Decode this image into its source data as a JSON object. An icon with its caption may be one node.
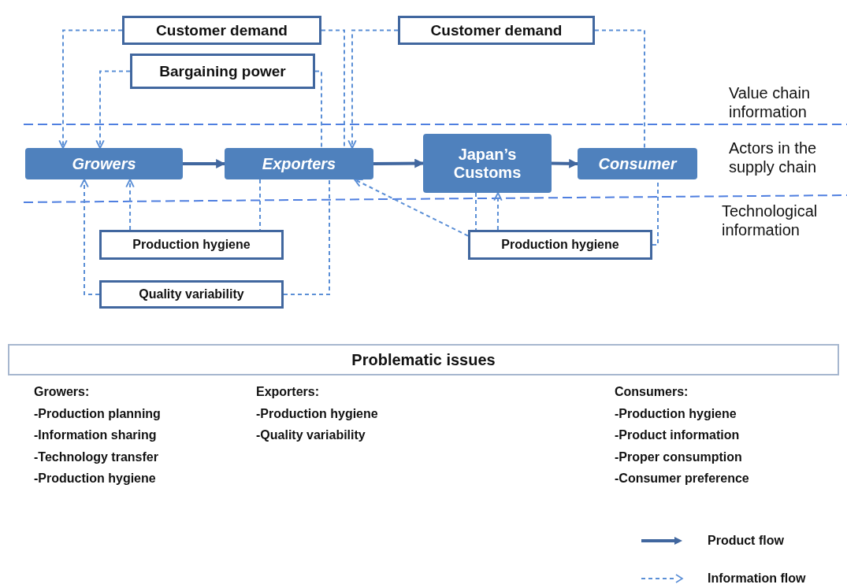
{
  "diagram": {
    "nodes": [
      {
        "text": [
          "Customer demand"
        ]
      },
      {
        "text": [
          "Customer demand"
        ]
      },
      {
        "text": [
          "Bargaining power"
        ]
      },
      {
        "text": [
          "Growers"
        ]
      },
      {
        "text": [
          "Exporters"
        ]
      },
      {
        "text": [
          "Japan’s Customs"
        ]
      },
      {
        "text": [
          "Consumer"
        ]
      },
      {
        "text": [
          "Production hygiene"
        ]
      },
      {
        "text": [
          "Quality variability"
        ]
      },
      {
        "text": [
          "Production hygiene"
        ]
      },
      {
        "text": [
          "Problematic issues"
        ]
      }
    ],
    "edges": [
      {
        "from": 3,
        "to": 4,
        "arrow": "to",
        "style": "thick",
        "color": "#41679f"
      },
      {
        "from": 4,
        "to": 5,
        "arrow": "to",
        "style": "thick",
        "color": "#41679f"
      },
      {
        "from": 5,
        "to": 6,
        "arrow": "to",
        "style": "thick",
        "color": "#41679f"
      },
      {
        "from": 0,
        "to": 3,
        "arrow": "to",
        "style": "dashed"
      },
      {
        "from": 0,
        "to": 4,
        "arrow": "none",
        "style": "dashed"
      },
      {
        "from": 1,
        "to": 4,
        "arrow": "to",
        "style": "dashed"
      },
      {
        "from": 1,
        "to": 6,
        "arrow": "none",
        "style": "dashed"
      },
      {
        "from": 2,
        "to": 3,
        "arrow": "to",
        "style": "dashed"
      },
      {
        "from": 2,
        "to": 4,
        "arrow": "none",
        "style": "dashed"
      },
      {
        "from": 7,
        "to": 3,
        "arrow": "to",
        "style": "dashed"
      },
      {
        "from": 4,
        "to": 7,
        "arrow": "none",
        "style": "dashed"
      },
      {
        "from": 8,
        "to": 3,
        "arrow": "to",
        "style": "dashed"
      },
      {
        "from": 8,
        "to": 4,
        "arrow": "none",
        "style": "dashed"
      },
      {
        "from": 9,
        "to": 4,
        "arrow": "to",
        "style": "dashed"
      },
      {
        "from": 9,
        "to": 5,
        "arrow": "to",
        "style": "dashed"
      },
      {
        "from": 5,
        "to": 9,
        "arrow": "none",
        "style": "dashed"
      },
      {
        "from": 9,
        "to": 6,
        "arrow": "none",
        "style": "dashed"
      }
    ],
    "labels": [
      "Value chain information",
      "Actors in the supply chain",
      "Technological information",
      "Growers:",
      "-Production planning",
      "-Information sharing",
      "-Technology transfer",
      "-Production hygiene",
      "Exporters:",
      "-Production hygiene",
      "-Quality variability",
      "Consumers:",
      "-Production hygiene",
      "-Product information",
      "-Proper consumption",
      "-Consumer preference"
    ],
    "legend": [
      {
        "text": "Product flow"
      },
      {
        "text": "Information flow"
      }
    ]
  }
}
